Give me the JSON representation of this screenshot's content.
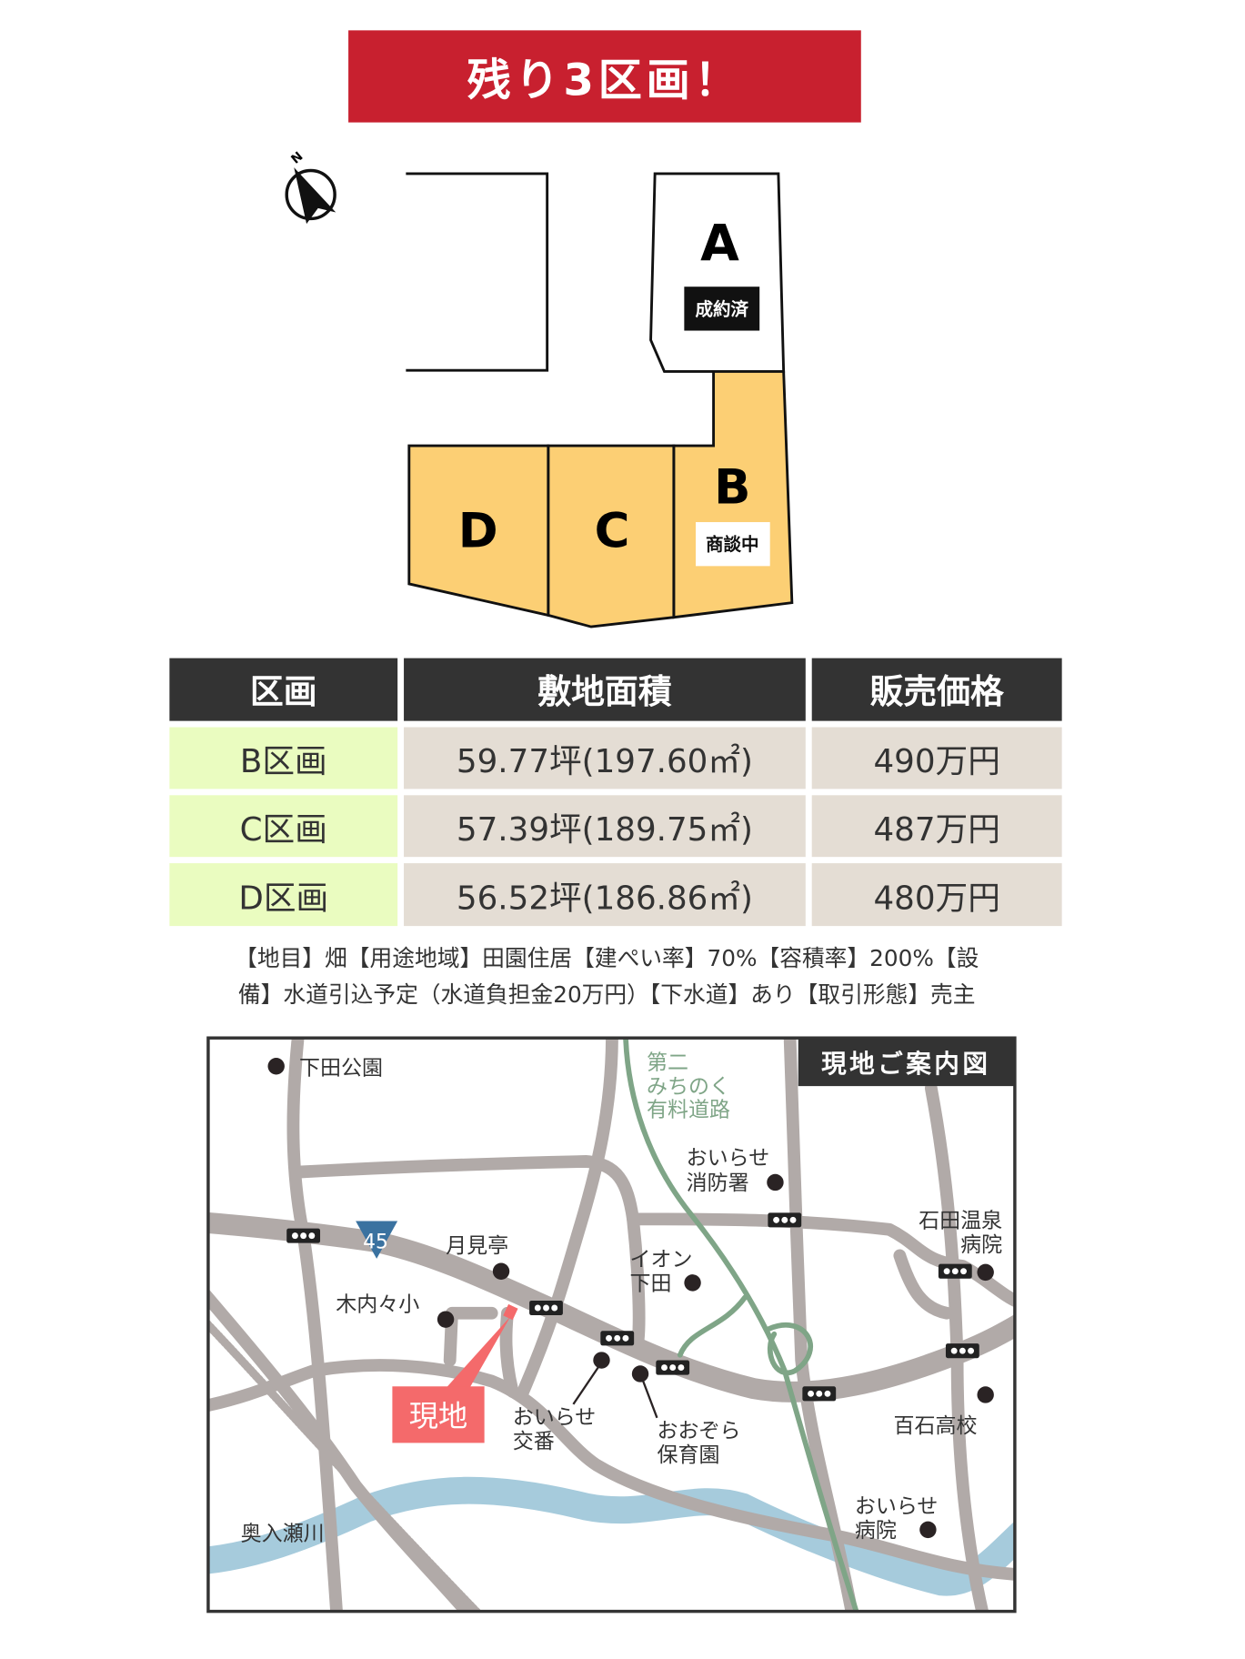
{
  "banner": {
    "title": "残り3区画！",
    "color": "#c8202f"
  },
  "site_plan": {
    "compass_label": "N",
    "lots": [
      {
        "id": "A",
        "label": "A",
        "status": "成約済"
      },
      {
        "id": "B",
        "label": "B",
        "status": "商談中"
      },
      {
        "id": "C",
        "label": "C"
      },
      {
        "id": "D",
        "label": "D"
      }
    ],
    "available_color": "#fccf74"
  },
  "table": {
    "headers": [
      "区画",
      "敷地面積",
      "販売価格"
    ],
    "rows": [
      [
        "B区画",
        "59.77坪(197.60㎡)",
        "490万円"
      ],
      [
        "C区画",
        "57.39坪(189.75㎡)",
        "487万円"
      ],
      [
        "D区画",
        "56.52坪(186.86㎡)",
        "480万円"
      ]
    ]
  },
  "notes": {
    "line1": "【地目】畑【用途地域】田園住居【建ぺい率】70%【容積率】200%【設",
    "line2": "備】水道引込予定（水道負担金20万円）【下水道】あり【取引形態】売主"
  },
  "map": {
    "title": "現地ご案内図",
    "site_label": "現地",
    "route_number": "45",
    "toll_road": [
      "第二",
      "みちのく",
      "有料道路"
    ],
    "river": "奥入瀬川",
    "places": {
      "park": "下田公園",
      "fire": [
        "おいらせ",
        "消防署"
      ],
      "tsukimi": "月見亭",
      "aeon": [
        "イオン",
        "下田"
      ],
      "onsen": [
        "石田温泉",
        "病院"
      ],
      "school_kinai": "木内々小",
      "koban": [
        "おいらせ",
        "交番"
      ],
      "hoikuen": [
        "おおぞら",
        "保育園"
      ],
      "highschool": "百石高校",
      "hospital": [
        "おいらせ",
        "病院"
      ]
    }
  }
}
